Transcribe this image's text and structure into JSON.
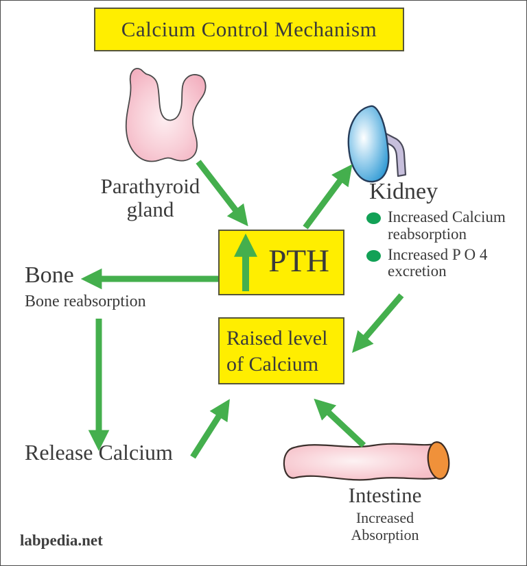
{
  "page": {
    "title": "Calcium Control Mechanism",
    "site": "labpedia.net"
  },
  "parathyroid": {
    "lines": [
      "Parathyroid",
      "gland"
    ]
  },
  "pth": {
    "label": "PTH"
  },
  "kidney": {
    "label": "Kidney",
    "bullets": [
      {
        "lines": [
          "Increased Calcium",
          "reabsorption"
        ]
      },
      {
        "lines": [
          "Increased P O 4",
          "excretion"
        ]
      }
    ]
  },
  "bone": {
    "label": "Bone",
    "note": "Bone reabsorption"
  },
  "raised": {
    "lines": [
      "Raised level",
      "of Calcium"
    ]
  },
  "release": {
    "label": "Release Calcium"
  },
  "intestine": {
    "label": "Intestine",
    "note_lines": [
      "Increased",
      "Absorption"
    ]
  },
  "arrows": [
    {
      "from": "parathyroid-gland",
      "to": "pth-box"
    },
    {
      "from": "pth-box",
      "to": "kidney"
    },
    {
      "from": "pth-box",
      "to": "bone"
    },
    {
      "from": "kidney",
      "to": "raised-level-box"
    },
    {
      "from": "bone",
      "to": "release-calcium"
    },
    {
      "from": "release-calcium",
      "to": "raised-level-box"
    },
    {
      "from": "intestine",
      "to": "raised-level-box"
    },
    {
      "from": "pth-rise-indicator",
      "to": "pth-label"
    }
  ],
  "colors": {
    "panel_yellow": "#ffee00",
    "panel_border": "#55553a",
    "arrow_green": "#44af4d",
    "bullet_green": "#12a156",
    "text": "#3a3a3a",
    "parathyroid_pink": "#f3b3c1",
    "kidney_blue": "#2f99d4",
    "ureter_lavender": "#c7bfdc",
    "intestine_pink": "#f7c3cb",
    "intestine_end_orange": "#f0913a"
  }
}
